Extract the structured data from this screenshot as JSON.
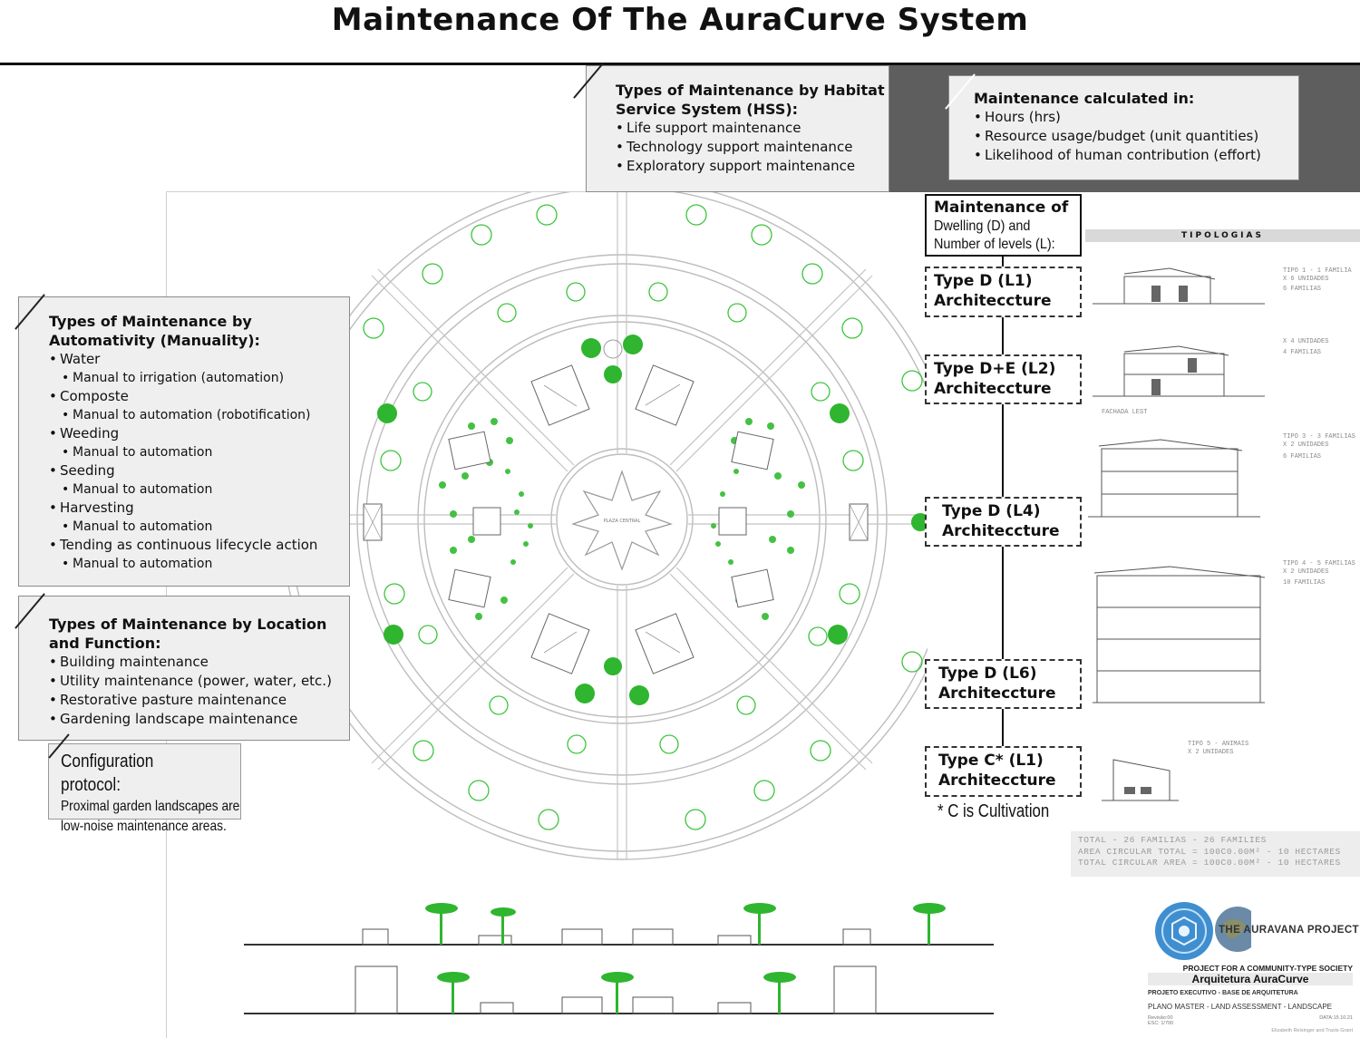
{
  "title": "Maintenance Of The AuraCurve System",
  "hss_box": {
    "heading": "Types of Maintenance by Habitat Service System (HSS):",
    "items": [
      "Life support maintenance",
      "Technology support maintenance",
      "Exploratory support maintenance"
    ]
  },
  "calc_box": {
    "heading": "Maintenance calculated in:",
    "items": [
      "Hours (hrs)",
      "Resource usage/budget (unit quantities)",
      "Likelihood of human contribution (effort)"
    ]
  },
  "automativity_box": {
    "heading": "Types of Maintenance by Automativity (Manuality):",
    "items": [
      {
        "label": "Water",
        "sub": "Manual to irrigation (automation)"
      },
      {
        "label": "Composte",
        "sub": "Manual to automation (robotification)"
      },
      {
        "label": "Weeding",
        "sub": "Manual to automation"
      },
      {
        "label": "Seeding",
        "sub": "Manual to automation"
      },
      {
        "label": "Harvesting",
        "sub": "Manual to automation"
      },
      {
        "label": "Tending as continuous lifecycle action",
        "sub": "Manual to automation"
      }
    ]
  },
  "location_box": {
    "heading": "Types of Maintenance by Location and Function:",
    "items": [
      "Building maintenance",
      "Utility maintenance (power, water, etc.)",
      "Restorative pasture maintenance",
      "Gardening landscape maintenance"
    ]
  },
  "config_box": {
    "heading": "Configuration protocol:",
    "line1": "Proximal garden landscapes are",
    "line2": "low-noise maintenance areas."
  },
  "maintenance_of": {
    "line1": "Maintenance of",
    "line2": "Dwelling (D) and",
    "line3": "Number of levels (L):"
  },
  "types": [
    {
      "line1": "Type D (L1)",
      "line2": "Architeccture"
    },
    {
      "line1": "Type D+E (L2)",
      "line2": "Architeccture"
    },
    {
      "line1": "Type D (L4)",
      "line2": "Architeccture"
    },
    {
      "line1": "Type D (L6)",
      "line2": "Architeccture"
    },
    {
      "line1": "Type C* (L1)",
      "line2": "Architeccture"
    }
  ],
  "footnote": "* C is Cultivation",
  "tipologias": {
    "header": "TIPOLOGIAS",
    "t1": [
      "TIPO 1 - 1 FAMILIA",
      "X 6 UNIDADES",
      "6 FAMILIAS"
    ],
    "t2": [
      "X 4 UNIDADES",
      "4 FAMILIAS"
    ],
    "t2_caption": "FACHADA LEST",
    "t3": [
      "TIPO 3 - 3 FAMILIAS",
      "X 2 UNIDADES",
      "6 FAMILIAS"
    ],
    "t4": [
      "TIPO 4 - 5 FAMILIAS",
      "X 2 UNIDADES",
      "10 FAMILIAS"
    ],
    "t5": [
      "TIPO 5 - ANIMAIS",
      "X 2 UNIDADES"
    ]
  },
  "totals": [
    "TOTAL - 26 FAMILIAS - 26 FAMILIES",
    "AREA CIRCULAR TOTAL = 100C0.00M² - 10 HECTARES",
    "TOTAL CIRCULAR AREA = 100C0.00M² - 10 HECTARES"
  ],
  "title_block": {
    "org": "THE AURAVANA PROJECT",
    "tagline": "PROJECT FOR A COMMUNITY-TYPE SOCIETY",
    "project": "Arquitetura AuraCurve",
    "phase": "PROJETO EXECUTIVO - BASE DE ARQUITETURA",
    "sheet": "PLANO MASTER - LAND ASSESSMENT - LANDSCAPE",
    "revision": "Revisão:00",
    "scale": "ESC: 1/700",
    "date": "DATA:15.10.21",
    "authors": "Elizabeth Reisinger and Travis Grant"
  },
  "center_label": "PLAZA CENTRAL",
  "colors": {
    "tree_green": "#2fb52f",
    "outline_green": "#3cc43c",
    "panel_gray": "#efefef",
    "band_dark": "#5e5e5e"
  }
}
